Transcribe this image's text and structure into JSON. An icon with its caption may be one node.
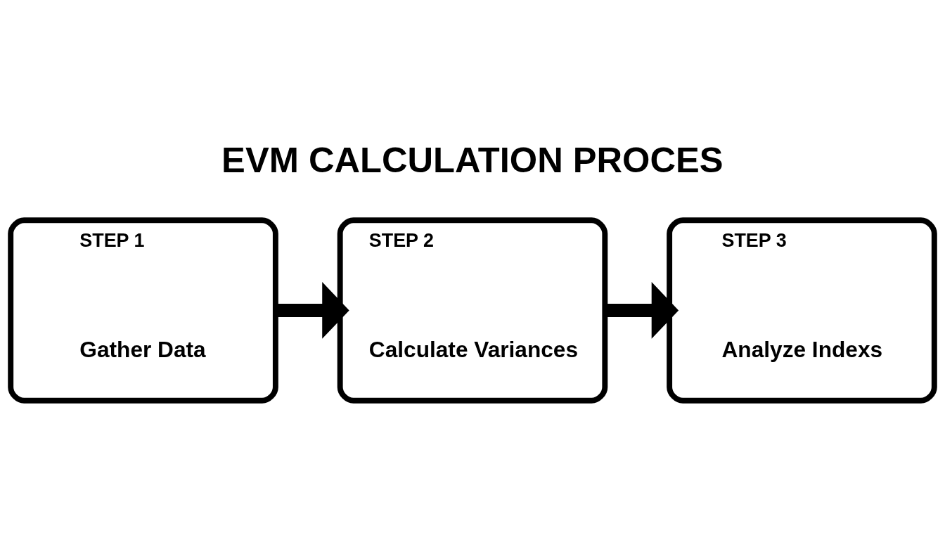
{
  "diagram": {
    "title": "EVM CALCULATION PROCES",
    "nodes": [
      {
        "text": [
          "STEP 1",
          "Gather Data"
        ]
      },
      {
        "text": [
          "STEP 2",
          "Calculate Variances"
        ]
      },
      {
        "text": [
          "STEP 3",
          "Analyze Indexs"
        ]
      }
    ],
    "edges": [
      {
        "from": 0,
        "to": 1,
        "arrow": "to"
      },
      {
        "from": 1,
        "to": 2,
        "arrow": "to"
      }
    ]
  }
}
